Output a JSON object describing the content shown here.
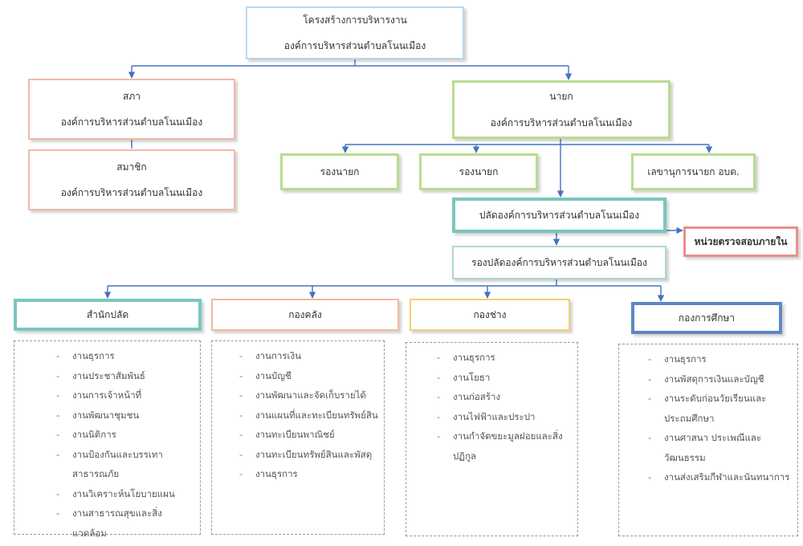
{
  "title_box": {
    "line1": "โครงสร้างการบริหารงาน",
    "line2": "องค์การบริหารส่วนตำบลโนนเมือง"
  },
  "council": {
    "line1": "สภา",
    "line2": "องค์การบริหารส่วนตำบลโนนเมือง"
  },
  "council_members": {
    "line1": "สมาชิก",
    "line2": "องค์การบริหารส่วนตำบลโนนเมือง"
  },
  "mayor": {
    "line1": "นายก",
    "line2": "องค์การบริหารส่วนตำบลโนนเมือง"
  },
  "deputy_mayor_1": "รองนายก",
  "deputy_mayor_2": "รองนายก",
  "mayor_secretary": "เลขานุการนายก อบต.",
  "chief_clerk": "ปลัดองค์การบริหารส่วนตำบลโนนเมือง",
  "internal_audit": "หน่วยตรวจสอบภายใน",
  "deputy_chief_clerk": "รองปลัดองค์การบริหารส่วนตำบลโนนเมือง",
  "divisions": {
    "office": {
      "name": "สำนักปลัด",
      "tasks": [
        "งานธุรการ",
        "งานประชาสัมพันธ์",
        "งานการเจ้าหน้าที่",
        "งานพัฒนาชุมชน",
        "งานนิติการ",
        "งานป้องกันและบรรเทาสาธารณภัย",
        "งานวิเคราะห์นโยบายแผน",
        "งานสาธารณสุขและสิ่งแวดล้อม"
      ]
    },
    "finance": {
      "name": "กองคลัง",
      "tasks": [
        "งานการเงิน",
        "งานบัญชี",
        "งานพัฒนาและจัดเก็บรายได้",
        "งานแผนที่และทะเบียนทรัพย์สิน",
        "งานทะเบียนพาณิชย์",
        "งานทะเบียนทรัพย์สินและพัสดุ",
        "งานธุรการ"
      ]
    },
    "engineering": {
      "name": "กองช่าง",
      "tasks": [
        "งานธุรการ",
        "งานโยธา",
        "งานก่อสร้าง",
        "งานไฟฟ้าและประปา",
        "งานกำจัดขยะมูลฝอยและสิ่งปฏิกูล"
      ]
    },
    "education": {
      "name": "กองการศึกษา",
      "tasks": [
        "งานธุรการ",
        "งานพัสดุการเงินและบัญชี",
        "งานระดับก่อนวัยเรียนและประถมศึกษา",
        "งานศาสนา ประเพณีและวัฒนธรรม",
        "งานส่งเสริมกีฬาและนันทนาการ"
      ]
    }
  },
  "colors": {
    "connector": "#4472c4",
    "blue_border": "#b9d8f0",
    "salmon_border": "#f1b9a6",
    "green_border": "#b8dc8e",
    "teal_border": "#7ac6bd",
    "red_border": "#ea8e8a",
    "orange_border": "#f3b99b",
    "gold_border": "#f3cd77",
    "navy_border": "#5e87c4"
  }
}
